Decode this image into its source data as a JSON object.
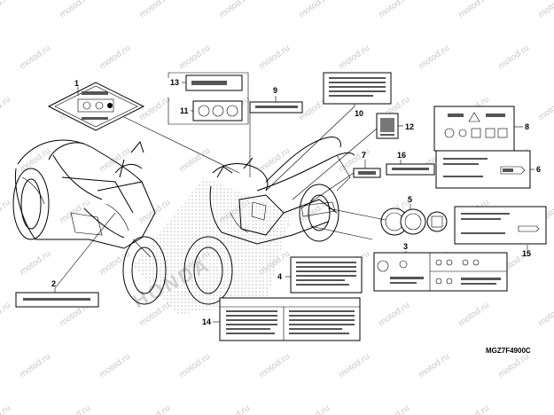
{
  "diagram": {
    "part_code": "MGZ7F4900C",
    "watermark_text": "motod.ru",
    "background_brand": "HONDA",
    "callouts": [
      "1",
      "2",
      "3",
      "4",
      "5",
      "6",
      "7",
      "8",
      "9",
      "10",
      "11",
      "12",
      "13",
      "14",
      "15",
      "16"
    ]
  },
  "colors": {
    "line": "#000000",
    "watermark": "#c9c9c9",
    "halftone": "#bfbfbf"
  }
}
